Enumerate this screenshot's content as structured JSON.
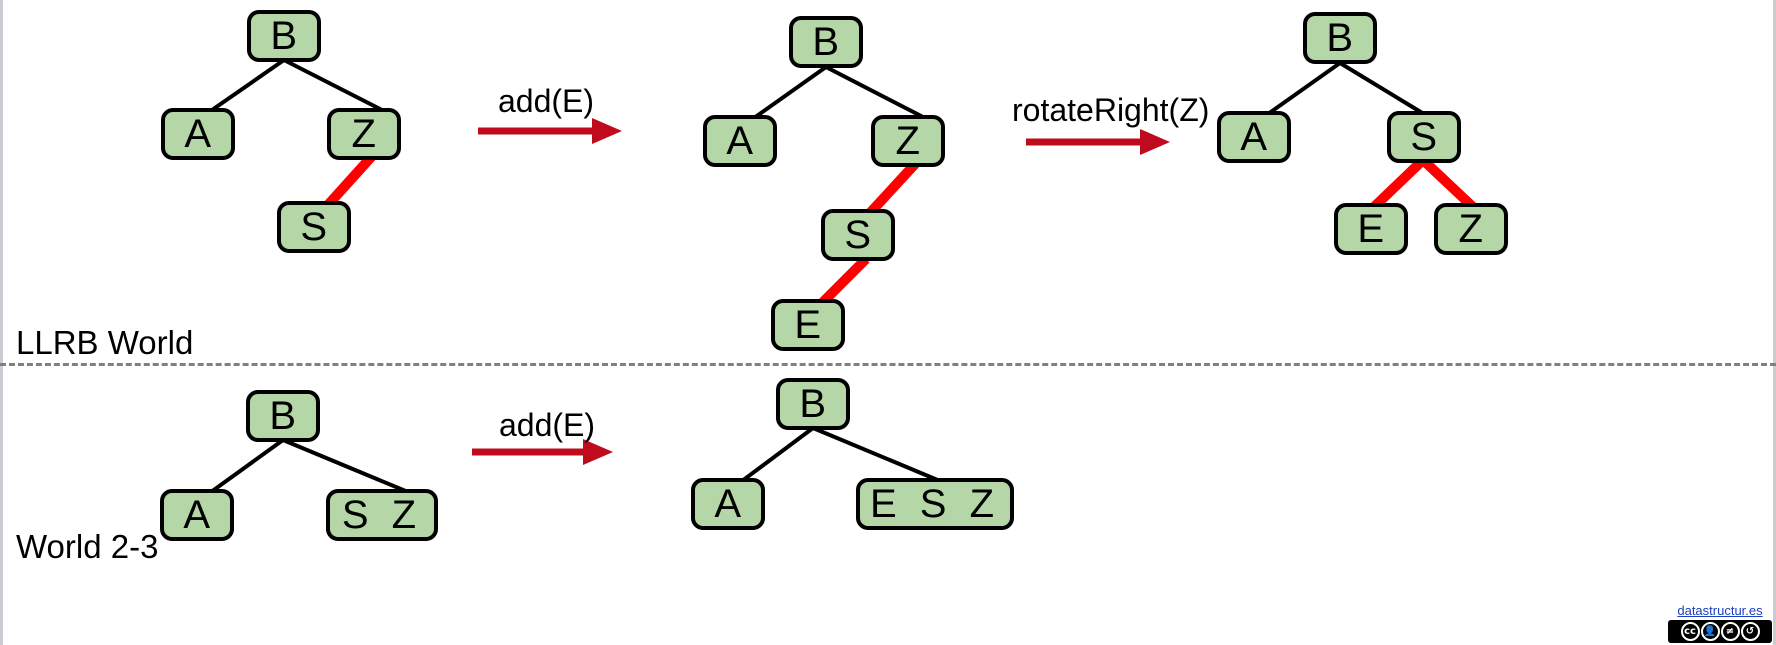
{
  "sections": {
    "llrb": {
      "caption": "LLRB World"
    },
    "twothree": {
      "caption": "World 2-3"
    }
  },
  "operations": {
    "add_e_top": "add(E)",
    "rotate_right_z": "rotateRight(Z)",
    "add_e_bottom": "add(E)"
  },
  "colors": {
    "node_fill": "#b5d6a7",
    "node_stroke": "#000000",
    "red_link": "#ff0000",
    "arrow": "#c00a1e",
    "divider": "#808080",
    "link_color": "#1a3fbf"
  },
  "trees": {
    "llrb_before": {
      "name": "LLRB tree before add(E)",
      "nodes": [
        {
          "id": "b",
          "label": "B"
        },
        {
          "id": "a",
          "label": "A"
        },
        {
          "id": "z",
          "label": "Z"
        },
        {
          "id": "s",
          "label": "S"
        }
      ],
      "edges": [
        {
          "from": "b",
          "to": "a",
          "color": "black"
        },
        {
          "from": "b",
          "to": "z",
          "color": "black"
        },
        {
          "from": "z",
          "to": "s",
          "color": "red"
        }
      ]
    },
    "llrb_after_add": {
      "name": "LLRB tree after add(E)",
      "nodes": [
        {
          "id": "b",
          "label": "B"
        },
        {
          "id": "a",
          "label": "A"
        },
        {
          "id": "z",
          "label": "Z"
        },
        {
          "id": "s",
          "label": "S"
        },
        {
          "id": "e",
          "label": "E"
        }
      ],
      "edges": [
        {
          "from": "b",
          "to": "a",
          "color": "black"
        },
        {
          "from": "b",
          "to": "z",
          "color": "black"
        },
        {
          "from": "z",
          "to": "s",
          "color": "red"
        },
        {
          "from": "s",
          "to": "e",
          "color": "red"
        }
      ]
    },
    "llrb_after_rotate": {
      "name": "LLRB tree after rotateRight(Z)",
      "nodes": [
        {
          "id": "b",
          "label": "B"
        },
        {
          "id": "a",
          "label": "A"
        },
        {
          "id": "s",
          "label": "S"
        },
        {
          "id": "e",
          "label": "E"
        },
        {
          "id": "z",
          "label": "Z"
        }
      ],
      "edges": [
        {
          "from": "b",
          "to": "a",
          "color": "black"
        },
        {
          "from": "b",
          "to": "s",
          "color": "black"
        },
        {
          "from": "s",
          "to": "e",
          "color": "red"
        },
        {
          "from": "s",
          "to": "z",
          "color": "red"
        }
      ]
    },
    "twothree_before": {
      "name": "2-3 tree before add(E)",
      "nodes": [
        {
          "id": "b",
          "label": "B"
        },
        {
          "id": "a",
          "label": "A"
        },
        {
          "id": "sz",
          "label": "S Z"
        }
      ],
      "edges": [
        {
          "from": "b",
          "to": "a",
          "color": "black"
        },
        {
          "from": "b",
          "to": "sz",
          "color": "black"
        }
      ]
    },
    "twothree_after": {
      "name": "2-3 tree after add(E)",
      "nodes": [
        {
          "id": "b",
          "label": "B"
        },
        {
          "id": "a",
          "label": "A"
        },
        {
          "id": "esz",
          "label": "E S Z"
        }
      ],
      "edges": [
        {
          "from": "b",
          "to": "a",
          "color": "black"
        },
        {
          "from": "b",
          "to": "esz",
          "color": "black"
        }
      ]
    }
  },
  "node_labels": {
    "t1_b": "B",
    "t1_a": "A",
    "t1_z": "Z",
    "t1_s": "S",
    "t2_b": "B",
    "t2_a": "A",
    "t2_z": "Z",
    "t2_s": "S",
    "t2_e": "E",
    "t3_b": "B",
    "t3_a": "A",
    "t3_s": "S",
    "t3_e": "E",
    "t3_z": "Z",
    "t4_b": "B",
    "t4_a": "A",
    "t4_sz": "S Z",
    "t5_b": "B",
    "t5_a": "A",
    "t5_esz": "E S Z"
  },
  "watermark": {
    "site": "datastructur.es",
    "license": "CC BY-NC-SA",
    "glyphs": [
      "cc",
      "BY",
      "NC",
      "SA"
    ]
  }
}
